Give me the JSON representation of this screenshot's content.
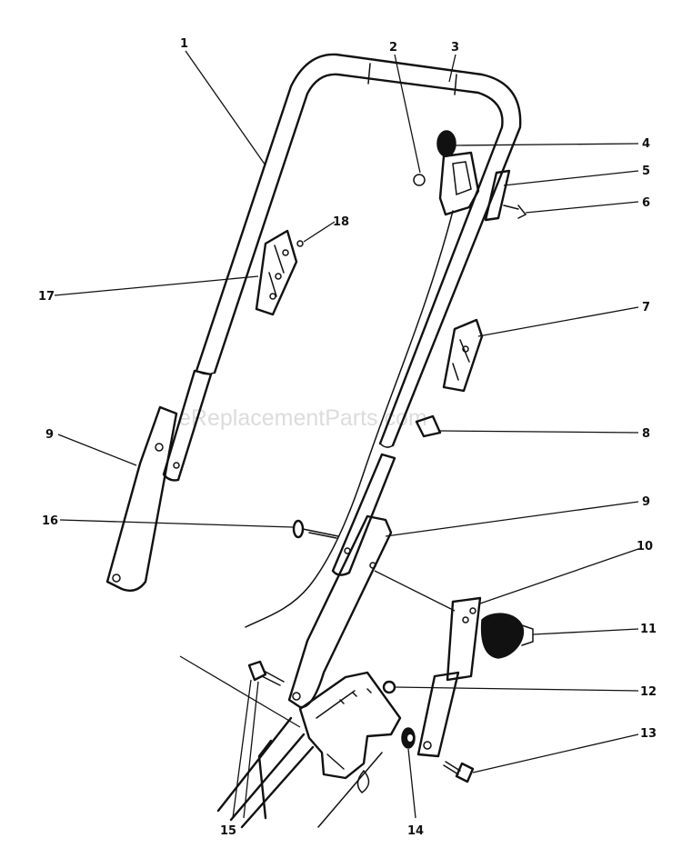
{
  "watermark": "eReplacementParts.com",
  "callouts": [
    "1",
    "2",
    "3",
    "4",
    "5",
    "6",
    "7",
    "8",
    "9",
    "9",
    "10",
    "11",
    "12",
    "13",
    "14",
    "15",
    "16",
    "17",
    "18"
  ]
}
